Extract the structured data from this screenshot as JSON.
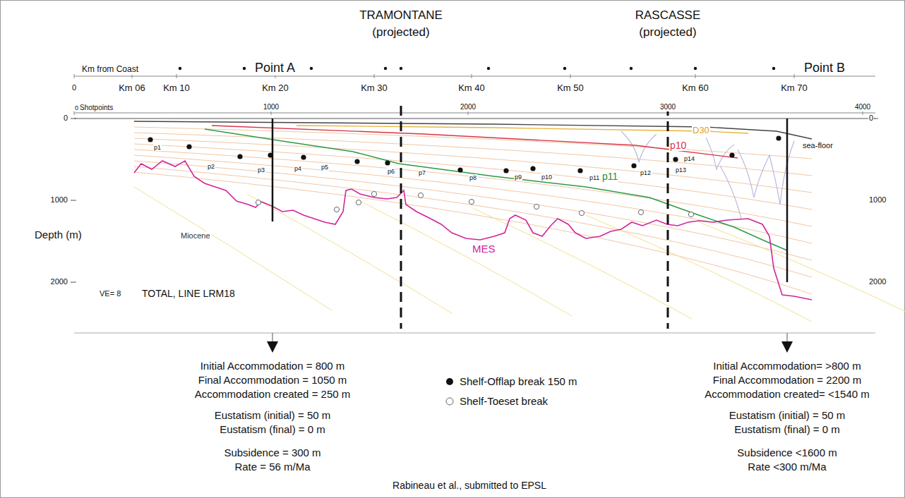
{
  "diagram": {
    "labels": [
      "TRAMONTANE",
      "(projected)",
      "RASCASSE",
      "(projected)",
      "Km from Coast",
      "Point A",
      "Point B",
      "0",
      "Km 06",
      "Km 10",
      "Km 20",
      "Km 30",
      "Km 40",
      "Km 50",
      "Km 60",
      "Km 70",
      "0",
      "Shotpoints",
      "1000",
      "2000",
      "3000",
      "4000",
      "0",
      "1000",
      "2000",
      "0",
      "1000",
      "2000",
      "Depth (m)",
      "Miocene",
      "MES",
      "D30",
      "p10",
      "p11",
      "sea-floor",
      "p1",
      "p2",
      "p3",
      "p4",
      "p5",
      "p6",
      "p7",
      "p8",
      "p9",
      "p10",
      "p11",
      "p12",
      "p13",
      "p14",
      "VE= 8",
      "TOTAL, LINE LRM18",
      "Initial Accommodation = 800 m",
      "Final Accommodation = 1050 m",
      "Accommodation created = 250 m",
      "Eustatism (initial) = 50 m",
      "Eustatism (final) = 0 m",
      "Subsidence = 300 m",
      "Rate = 56 m/Ma",
      "Initial Accommodation= >800 m",
      "Final Accommodation = 2200 m",
      "Accommodation created= <1540 m",
      "Eustatism (initial) = 50 m",
      "Eustatism (final) = 0 m",
      "Subsidence <1600 m",
      "Rate  <300 m/Ma",
      "Rabineau et al., submitted to EPSL"
    ],
    "legend": [
      {
        "text": "Shelf-Offlap break 150 m"
      },
      {
        "text": "Shelf-Toeset break"
      }
    ]
  }
}
